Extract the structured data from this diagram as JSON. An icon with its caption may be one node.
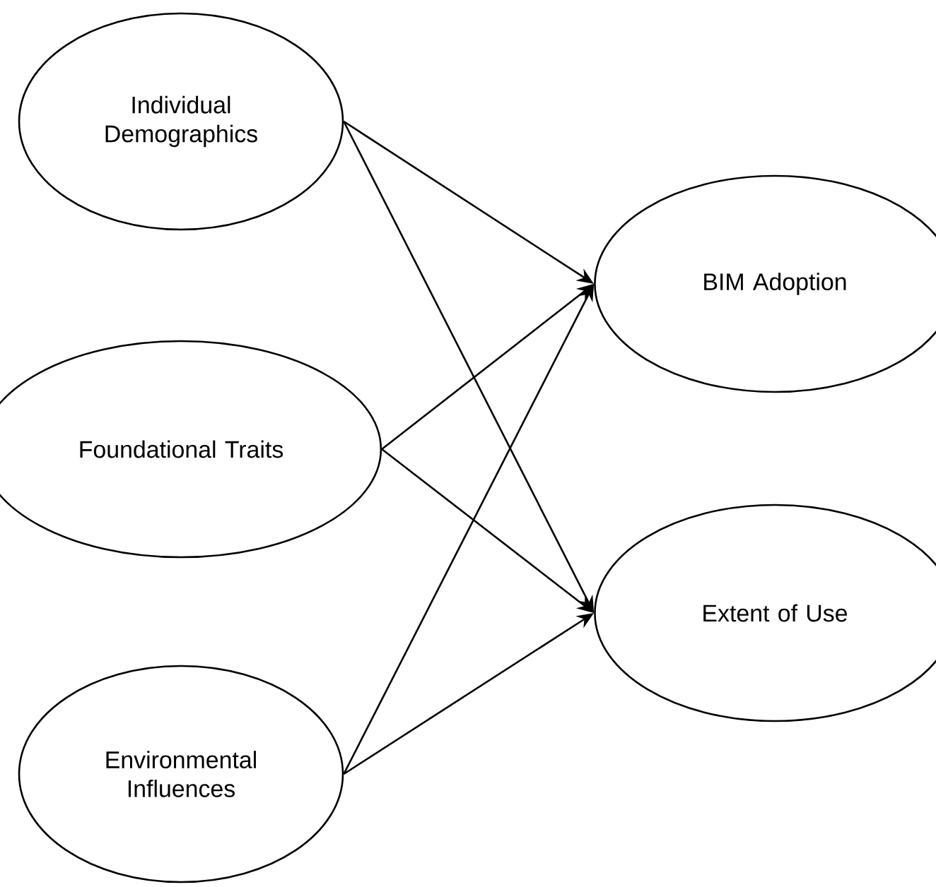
{
  "diagram": {
    "nodes": [
      {
        "text": [
          "Individual Demographics"
        ]
      },
      {
        "text": [
          "Foundational Traits"
        ]
      },
      {
        "text": [
          "Environmental Influences"
        ]
      },
      {
        "text": [
          "BIM Adoption"
        ]
      },
      {
        "text": [
          "Extent of Use"
        ]
      }
    ],
    "edges": [
      {
        "from": 0,
        "to": 3,
        "arrow": "to"
      },
      {
        "from": 0,
        "to": 4,
        "arrow": "to"
      },
      {
        "from": 1,
        "to": 3,
        "arrow": "to"
      },
      {
        "from": 1,
        "to": 4,
        "arrow": "to"
      },
      {
        "from": 2,
        "to": 3,
        "arrow": "to"
      },
      {
        "from": 2,
        "to": 4,
        "arrow": "to"
      }
    ]
  }
}
